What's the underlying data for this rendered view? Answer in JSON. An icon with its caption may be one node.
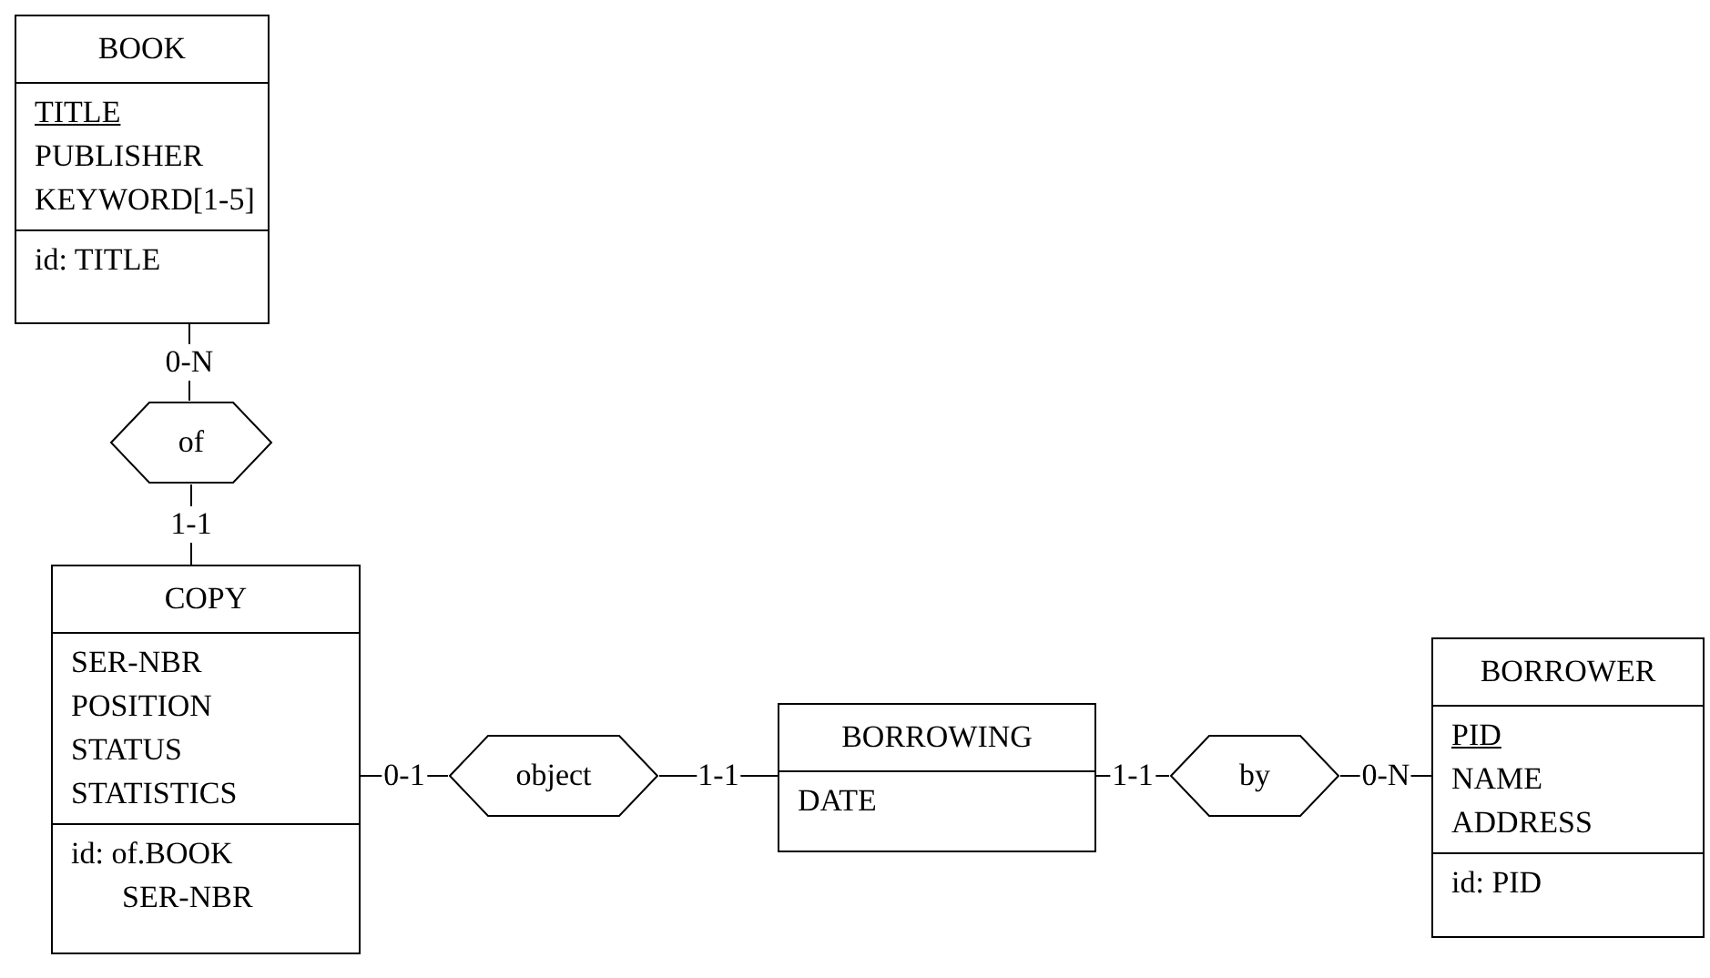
{
  "diagram": {
    "nodes": [
      {
        "text": [
          "BOOK",
          "TITLE",
          "PUBLISHER",
          "KEYWORD[1-5]",
          "id: TITLE"
        ]
      },
      {
        "text": [
          "of"
        ]
      },
      {
        "text": [
          "COPY",
          "SER-NBR",
          "POSITION",
          "STATUS",
          "STATISTICS",
          "id: of.BOOK",
          "SER-NBR"
        ]
      },
      {
        "text": [
          "object"
        ]
      },
      {
        "text": [
          "BORROWING",
          "DATE"
        ]
      },
      {
        "text": [
          "by"
        ]
      },
      {
        "text": [
          "BORROWER",
          "PID",
          "NAME",
          "ADDRESS",
          "id: PID"
        ]
      }
    ],
    "edges": [
      {
        "from": 0,
        "to": 1,
        "arrow": "none",
        "label": "0-N"
      },
      {
        "from": 1,
        "to": 2,
        "arrow": "none",
        "label": "1-1"
      },
      {
        "from": 2,
        "to": 3,
        "arrow": "none",
        "label": "0-1"
      },
      {
        "from": 3,
        "to": 4,
        "arrow": "none",
        "label": "1-1"
      },
      {
        "from": 4,
        "to": 5,
        "arrow": "none",
        "label": "1-1"
      },
      {
        "from": 5,
        "to": 6,
        "arrow": "none",
        "label": "0-N"
      }
    ]
  }
}
